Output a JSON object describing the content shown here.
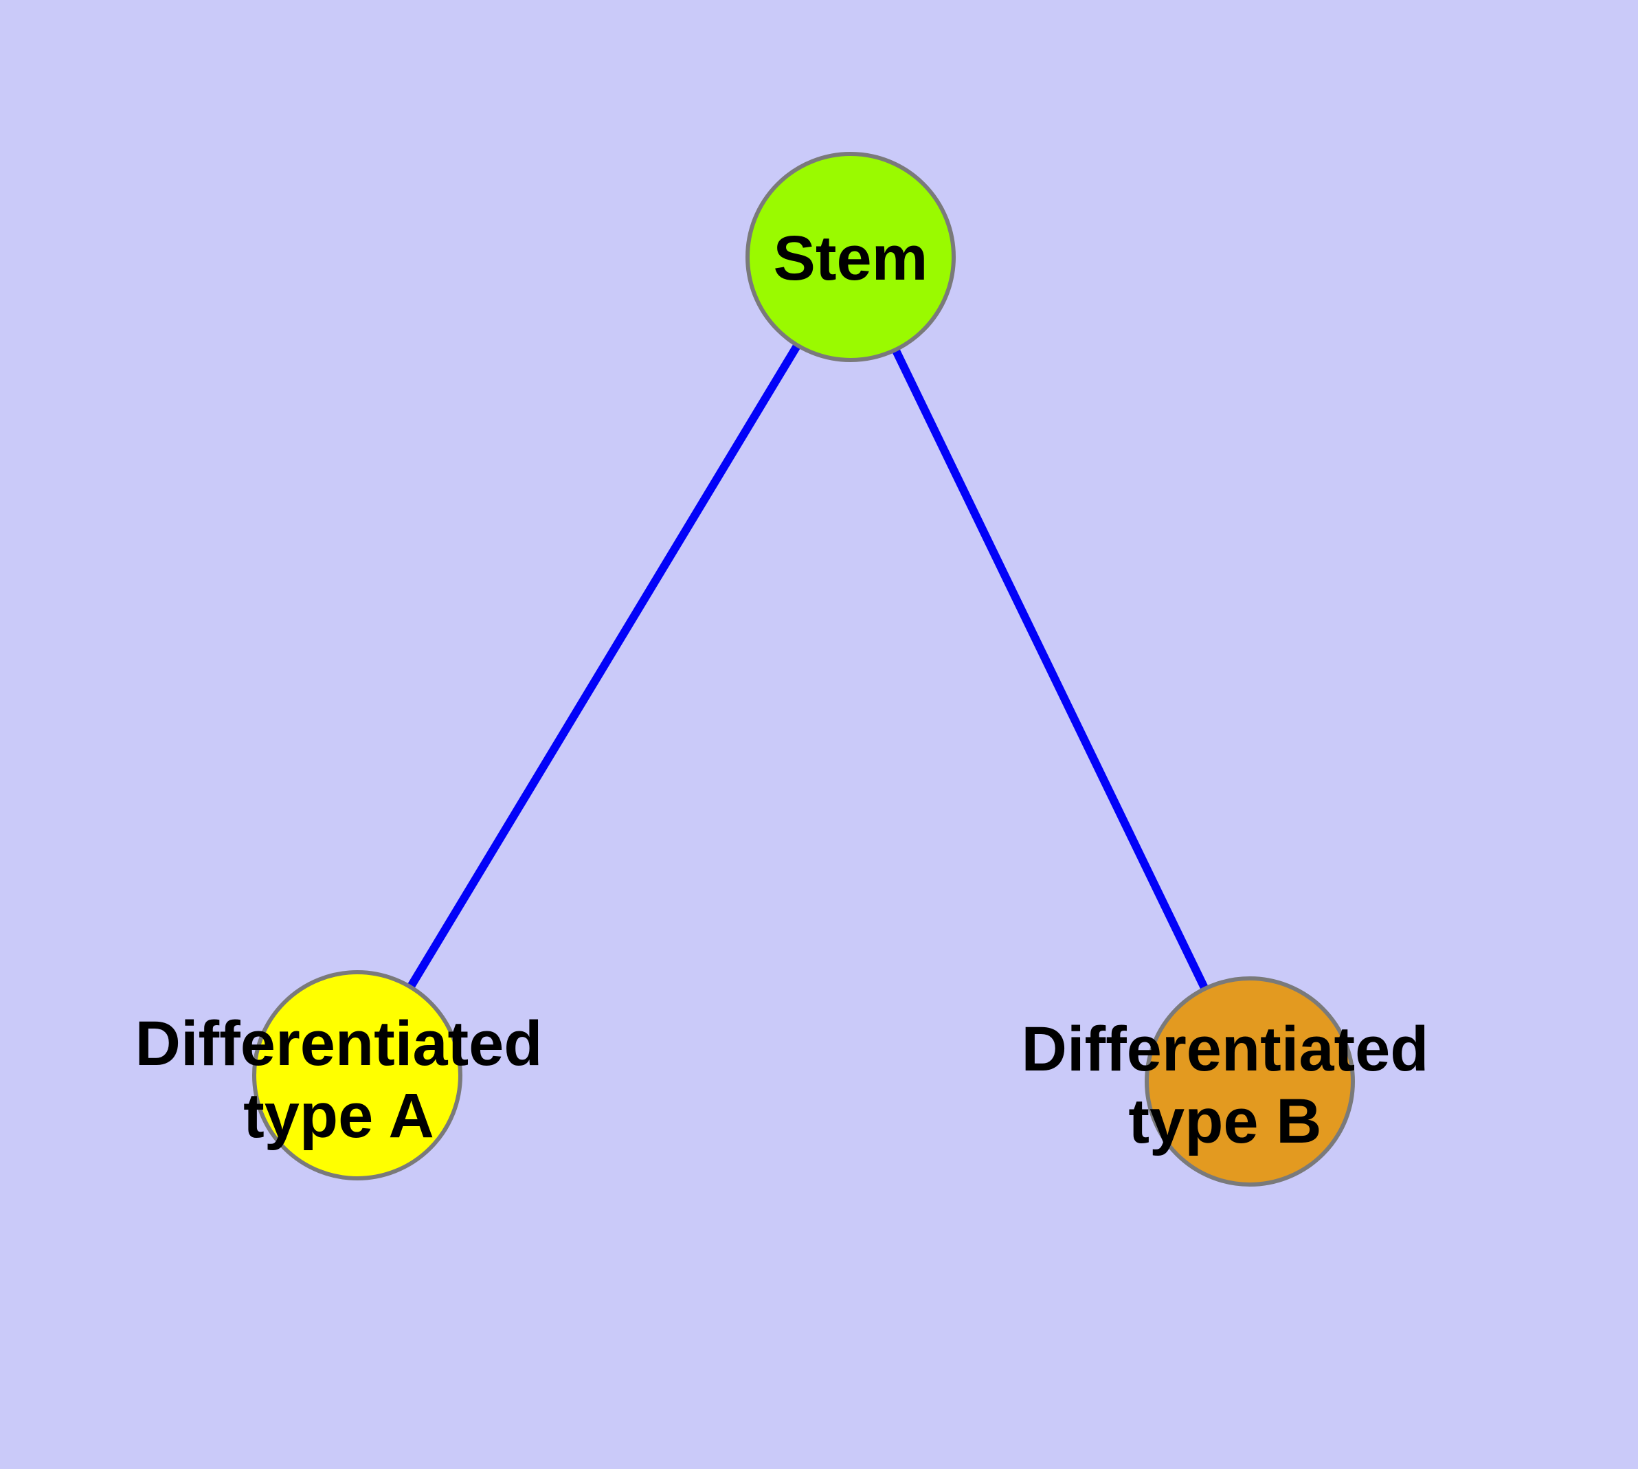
{
  "diagram": {
    "description": "Stem cell differentiation graph",
    "colors": {
      "background": "#CACAF9",
      "edge": "#0202F8",
      "node_border": "#7A7A7A",
      "label_text": "#000000"
    },
    "nodes": {
      "stem": {
        "label": "Stem",
        "fill": "#9AFA00"
      },
      "type_a": {
        "label_line1": "Differentiated",
        "label_line2": "type A",
        "fill": "#FFFF00"
      },
      "type_b": {
        "label_line1": "Differentiated",
        "label_line2": "type B",
        "fill": "#E39A20"
      }
    },
    "edges": [
      {
        "from": "Stem",
        "to": "Differentiated type A"
      },
      {
        "from": "Stem",
        "to": "Differentiated type B"
      }
    ]
  }
}
